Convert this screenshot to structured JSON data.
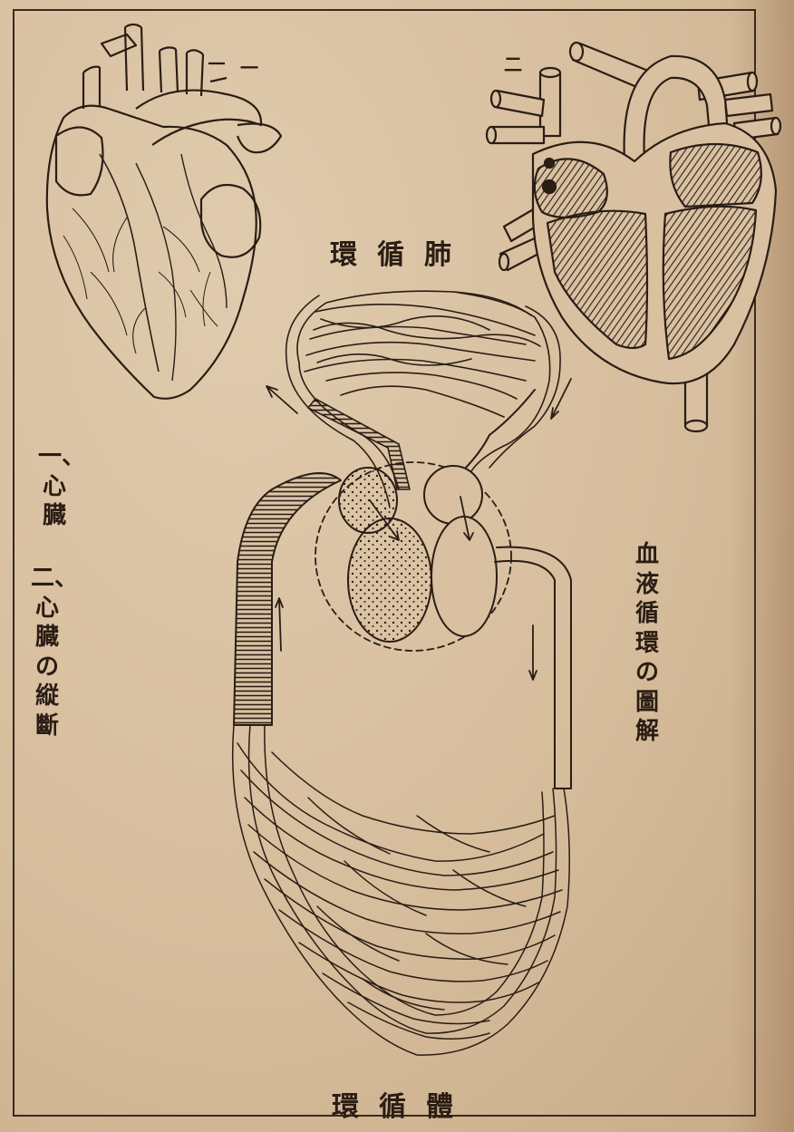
{
  "labels": {
    "fig1_number": "一",
    "fig2_number": "二",
    "pulmonary_circulation": "環循肺",
    "systemic_circulation": "環循體",
    "title_vertical": "血液循環の圖解",
    "caption_col1": "一、心臓",
    "caption_col2": "二、心臓の縦斷"
  },
  "colors": {
    "paper": "#d8c0a1",
    "ink": "#2a1d14"
  }
}
